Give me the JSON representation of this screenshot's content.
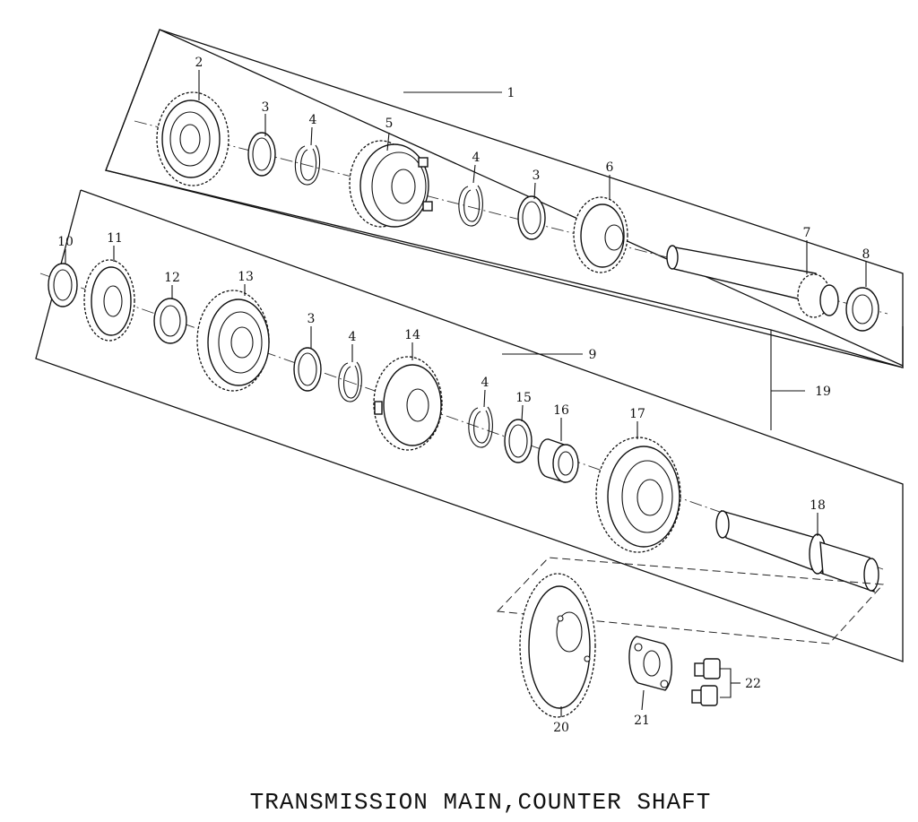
{
  "title": "TRANSMISSION MAIN,COUNTER SHAFT",
  "callouts": {
    "c1": "1",
    "c2": "2",
    "c3a": "3",
    "c4a": "4",
    "c5": "5",
    "c4b": "4",
    "c3b": "3",
    "c6": "6",
    "c7": "7",
    "c8": "8",
    "c9": "9",
    "c10": "10",
    "c11": "11",
    "c12": "12",
    "c13": "13",
    "c3c": "3",
    "c4c": "4",
    "c14": "14",
    "c4d": "4",
    "c15": "15",
    "c16": "16",
    "c17": "17",
    "c18": "18",
    "c19": "19",
    "c20": "20",
    "c21": "21",
    "c22": "22"
  }
}
